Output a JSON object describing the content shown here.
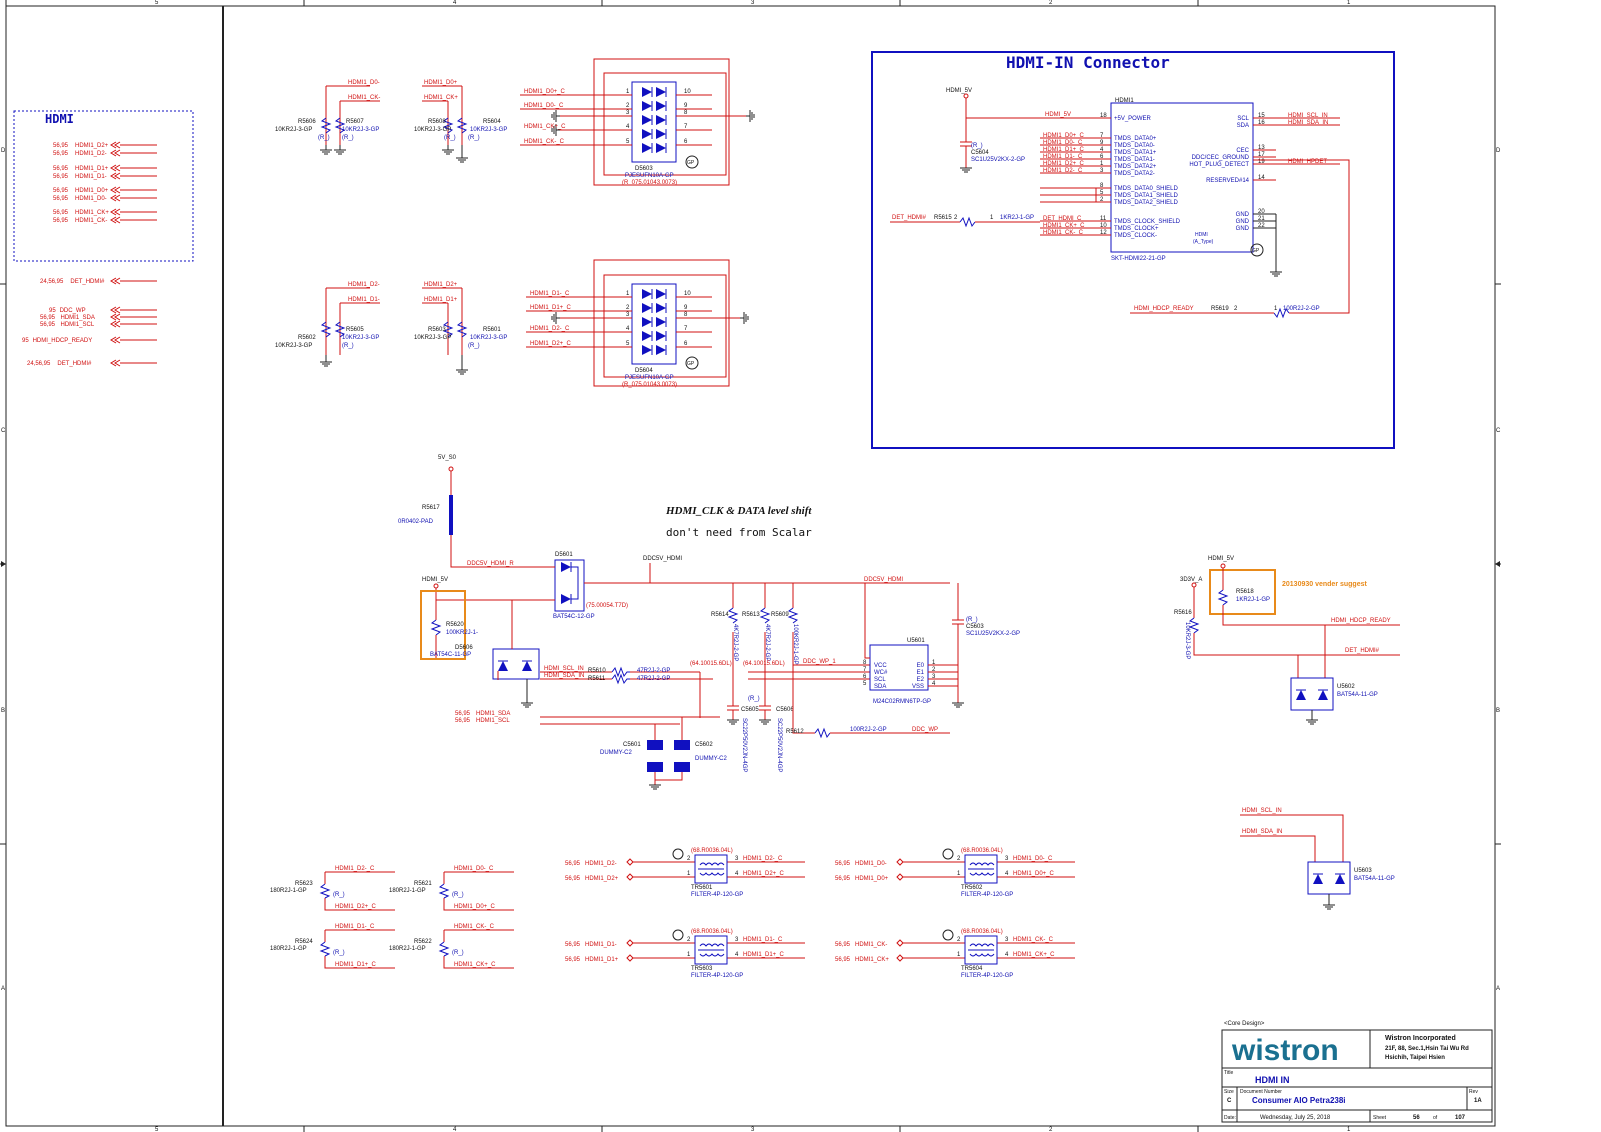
{
  "border": {
    "top_cols": [
      "5",
      "4",
      "3",
      "2",
      "1"
    ],
    "bottom_cols": [
      "5",
      "4",
      "3",
      "2",
      "1"
    ],
    "rows": [
      "D",
      "C",
      "B",
      "A"
    ]
  },
  "left_panel": {
    "title": "HDMI",
    "ports": [
      {
        "ref": "56,95",
        "net": "HDMI1_D2+"
      },
      {
        "ref": "56,95",
        "net": "HDMI1_D2-"
      },
      {
        "ref": "56,95",
        "net": "HDMI1_D1+"
      },
      {
        "ref": "56,95",
        "net": "HDMI1_D1-"
      },
      {
        "ref": "56,95",
        "net": "HDMI1_D0+"
      },
      {
        "ref": "56,95",
        "net": "HDMI1_D0-"
      },
      {
        "ref": "56,95",
        "net": "HDMI1_CK+"
      },
      {
        "ref": "56,95",
        "net": "HDMI1_CK-"
      }
    ],
    "ports2": [
      {
        "ref": "24,56,95",
        "net": "DET_HDMI#"
      },
      {
        "ref": "95",
        "net": "DDC_WP"
      },
      {
        "ref": "56,95",
        "net": "HDMI1_SDA"
      },
      {
        "ref": "56,95",
        "net": "HDMI1_SCL"
      },
      {
        "ref": "95",
        "net": "HDMI_HDCP_READY"
      },
      {
        "ref": "24,56,95",
        "net": "DET_HDMI#"
      }
    ]
  },
  "esd_top": {
    "r5606": "R5606",
    "r5606v": "10KR2J-3-GP",
    "r5607": "R5607",
    "r5607v": "10KR2J-3-GP",
    "r5608": "R5608",
    "r5608v": "10KR2J-3-GP",
    "r5604": "R5604",
    "r5604v": "10KR2J-3-GP",
    "nets": [
      "HDMI1_D0-",
      "HDMI1_CK-",
      "HDMI1_D0+",
      "HDMI1_CK+"
    ],
    "in_nets": [
      "HDMI1_D0+_C",
      "HDMI1_D0-_C",
      "HDMI1_CK+_C",
      "HDMI1_CK-_C"
    ],
    "dev": "D5603",
    "dev_v": "PJESUFN10A-GP",
    "dev_p": "(R_075.01043.0073)",
    "r": "(R_)"
  },
  "esd_bot": {
    "r5602": "R5602",
    "r5602v": "10KR2J-3-GP",
    "r5605": "R5605",
    "r5605v": "10KR2J-3-GP",
    "r5603": "R5603",
    "r5603v": "10KR2J-3-GP",
    "r5601": "R5601",
    "r5601v": "10KR2J-3-GP",
    "nets": [
      "HDMI1_D2-",
      "HDMI1_D1-",
      "HDMI1_D2+",
      "HDMI1_D1+"
    ],
    "in_nets": [
      "HDMI1_D1-_C",
      "HDMI1_D1+_C",
      "HDMI1_D2-_C",
      "HDMI1_D2+_C"
    ],
    "dev": "D5604",
    "dev_v": "PJESUFN10A-GP",
    "dev_p": "(R_075.01043.0073)",
    "r": "(R_)"
  },
  "connector": {
    "title": "HDMI-IN Connector",
    "refdes": "HDMI1",
    "part": "SKT-HDMI22-21-GP",
    "type1": "HDMI",
    "type2": "(A_Type)",
    "pwr_net": "HDMI_5V",
    "pwr_label": "HDMI_5V",
    "cap": "C5604",
    "cap_v": "SC1U25V2KX-2-GP",
    "cap_r": "(R_)",
    "left_pins": [
      {
        "num": "18",
        "name": "+5V_POWER",
        "net": "HDMI_5V"
      },
      {
        "num": "7",
        "name": "TMDS_DATA0+",
        "net": "HDMI1_D0+_C"
      },
      {
        "num": "9",
        "name": "TMDS_DATA0-",
        "net": "HDMI1_D0-_C"
      },
      {
        "num": "4",
        "name": "TMDS_DATA1+",
        "net": "HDMI1_D1+_C"
      },
      {
        "num": "6",
        "name": "TMDS_DATA1-",
        "net": "HDMI1_D1-_C"
      },
      {
        "num": "1",
        "name": "TMDS_DATA2+",
        "net": "HDMI1_D2+_C"
      },
      {
        "num": "3",
        "name": "TMDS_DATA2-",
        "net": "HDMI1_D2-_C"
      },
      {
        "num": "8",
        "name": "TMDS_DATA0_SHIELD",
        "net": ""
      },
      {
        "num": "5",
        "name": "TMDS_DATA1_SHIELD",
        "net": ""
      },
      {
        "num": "2",
        "name": "TMDS_DATA2_SHIELD",
        "net": ""
      },
      {
        "num": "11",
        "name": "TMDS_CLOCK_SHIELD",
        "net": "DET_HDMI_C"
      },
      {
        "num": "10",
        "name": "TMDS_CLOCK+",
        "net": "HDMI1_CK+_C"
      },
      {
        "num": "12",
        "name": "TMDS_CLOCK-",
        "net": "HDMI1_CK-_C"
      }
    ],
    "right_pins": [
      {
        "num": "15",
        "name": "SCL",
        "net": "HDMI_SCL_IN"
      },
      {
        "num": "16",
        "name": "SDA",
        "net": "HDMI_SDA_IN"
      },
      {
        "num": "13",
        "name": "CEC",
        "net": ""
      },
      {
        "num": "17",
        "name": "DDC/CEC_GROUND",
        "net": ""
      },
      {
        "num": "19",
        "name": "HOT_PLUG_DETECT",
        "net": "HDMI_HPDET"
      },
      {
        "num": "14",
        "name": "RESERVED#14",
        "net": ""
      },
      {
        "num": "20",
        "name": "GND",
        "net": ""
      },
      {
        "num": "21",
        "name": "GND",
        "net": ""
      },
      {
        "num": "22",
        "name": "GND",
        "net": ""
      }
    ],
    "det": "DET_HDMI#",
    "r5615": "R5615",
    "r5615v": "1KR2J-1-GP",
    "hdcp": "HDMI_HDCP_READY",
    "r5619": "R5619",
    "r5619v": "100R2J-2-GP",
    "pin2": "2",
    "pin1": "1"
  },
  "level_shift": {
    "title": "HDMI_CLK & DATA level shift",
    "subtitle": "don't need from Scalar",
    "pwr_5v_s0": "5V_S0",
    "r5617": "R5617",
    "r5617v": "0R0402-PAD",
    "ddc5v_r": "DDC5V_HDMI_R",
    "ddc5v": "DDC5V_HDMI",
    "hdmi_5v": "HDMI_5V",
    "d5601": "D5601",
    "d5601v": "BAT54C-12-GP",
    "d5601p": "(75.00054.T7D)",
    "r5620": "R5620",
    "r5620v": "100KR2J-1-",
    "d5606": "D5606",
    "d5606v": "BAT54C-11-GP",
    "scl_in": "HDMI_SCL_IN",
    "sda_in": "HDMI_SDA_IN",
    "r5610": "R5610",
    "r5611": "R5611",
    "r5610v": "47R2J-2-GP",
    "r5611v": "47R2J-2-GP",
    "r5614": "R5614",
    "r5613": "R5613",
    "r5609": "R5609",
    "r5614v": "4K7R2J-2-GP",
    "r5613v": "4K7R2J-2-GP",
    "r5609v": "100KR2J-1-GP",
    "part1": "(64.10015.6DL)",
    "part2": "(64.10015.6DL)",
    "ddc_wp_1": "DDC_WP_1",
    "ddc_wp": "DDC_WP",
    "r5612": "R5612",
    "r5612v": "100R2J-2-GP",
    "u5601": "U5601",
    "u5601v": "M24C02RMN6TP-GP",
    "u_pins_l": [
      "VCC",
      "WC#",
      "SCL",
      "SDA"
    ],
    "u_pins_r": [
      "E0",
      "E1",
      "E2",
      "VSS"
    ],
    "u_nums_l": [
      "8",
      "7",
      "6",
      "5"
    ],
    "u_nums_r": [
      "1",
      "2",
      "3",
      "4"
    ],
    "c5603": "C5603",
    "c5603v": "SC1U25V2KX-2-GP",
    "c5605": "C5605",
    "c5606": "C5606",
    "c5605v": "SC22P50V2JN-4GP",
    "c5606v": "SC22P50V2JN-4GP",
    "c5601": "C5601",
    "c5602": "C5602",
    "c560xv": "DUMMY-C2",
    "sda": "HDMI1_SDA",
    "scl": "HDMI1_SCL",
    "sref": "56,95",
    "r": "(R_)"
  },
  "right_block": {
    "hdmi_5v": "HDMI_5V",
    "note": "20130930 vender suggest",
    "r5618": "R5618",
    "r5618v": "1KR2J-1-GP",
    "p3v3": "3D3V_A",
    "r5616": "R5616",
    "r5616v": "10KR2J-3-GP",
    "hdcp": "HDMI_HDCP_READY",
    "det": "DET_HDMI#",
    "u5602": "U5602",
    "u5602v": "BAT54A-11-GP",
    "scl_in": "HDMI_SCL_IN",
    "sda_in": "HDMI_SDA_IN",
    "u5603": "U5603",
    "u5603v": "BAT54A-11-GP"
  },
  "filters": [
    {
      "ref": "TR5601",
      "part": "(68.R0036.04L)",
      "v": "FILTER-4P-120-GP",
      "in_p": "HDMI1_D2-",
      "in_n": "HDMI1_D2+",
      "out_p": "HDMI1_D2-_C",
      "out_n": "HDMI1_D2+_C",
      "sref": "56,95"
    },
    {
      "ref": "TR5602",
      "part": "(68.R0036.04L)",
      "v": "FILTER-4P-120-GP",
      "in_p": "HDMI1_D0-",
      "in_n": "HDMI1_D0+",
      "out_p": "HDMI1_D0-_C",
      "out_n": "HDMI1_D0+_C",
      "sref": "56,95"
    },
    {
      "ref": "TR5603",
      "part": "(68.R0036.04L)",
      "v": "FILTER-4P-120-GP",
      "in_p": "HDMI1_D1-",
      "in_n": "HDMI1_D1+",
      "out_p": "HDMI1_D1-_C",
      "out_n": "HDMI1_D1+_C",
      "sref": "56,95"
    },
    {
      "ref": "TR5604",
      "part": "(68.R0036.04L)",
      "v": "FILTER-4P-120-GP",
      "in_p": "HDMI1_CK-",
      "in_n": "HDMI1_CK+",
      "out_p": "HDMI1_CK-_C",
      "out_n": "HDMI1_CK+_C",
      "sref": "56,95"
    }
  ],
  "terminations": [
    {
      "ref": "R5623",
      "v": "180R2J-1-GP",
      "n1": "HDMI1_D2-_C",
      "n2": "HDMI1_D2+_C"
    },
    {
      "ref": "R5621",
      "v": "180R2J-1-GP",
      "n1": "HDMI1_D0-_C",
      "n2": "HDMI1_D0+_C"
    },
    {
      "ref": "R5624",
      "v": "180R2J-1-GP",
      "n1": "HDMI1_D1-_C",
      "n2": "HDMI1_D1+_C"
    },
    {
      "ref": "R5622",
      "v": "180R2J-1-GP",
      "n1": "HDMI1_CK-_C",
      "n2": "HDMI1_CK+_C"
    }
  ],
  "title_block": {
    "core": "<Core Design>",
    "logo": "wistron",
    "company": "Wistron Incorporated",
    "addr1": "21F, 88, Sec.1,Hsin Tai Wu Rd",
    "addr2": "Hsichih, Taipei Hsien",
    "title_lbl": "Title",
    "title": "HDMI IN",
    "size_lbl": "Size",
    "size": "C",
    "doc_lbl": "Document Number",
    "doc": "Consumer AIO Petra238i",
    "rev_lbl": "Rev",
    "rev": "1A",
    "date_lbl": "Date:",
    "date": "Wednesday, July 25, 2018",
    "sheet_lbl": "Sheet",
    "sheet": "56",
    "of_lbl": "of",
    "of": "107"
  },
  "colors": {
    "wire": "#d01010",
    "part": "#1010b0",
    "text": "#111111",
    "note": "#e88a1a"
  }
}
